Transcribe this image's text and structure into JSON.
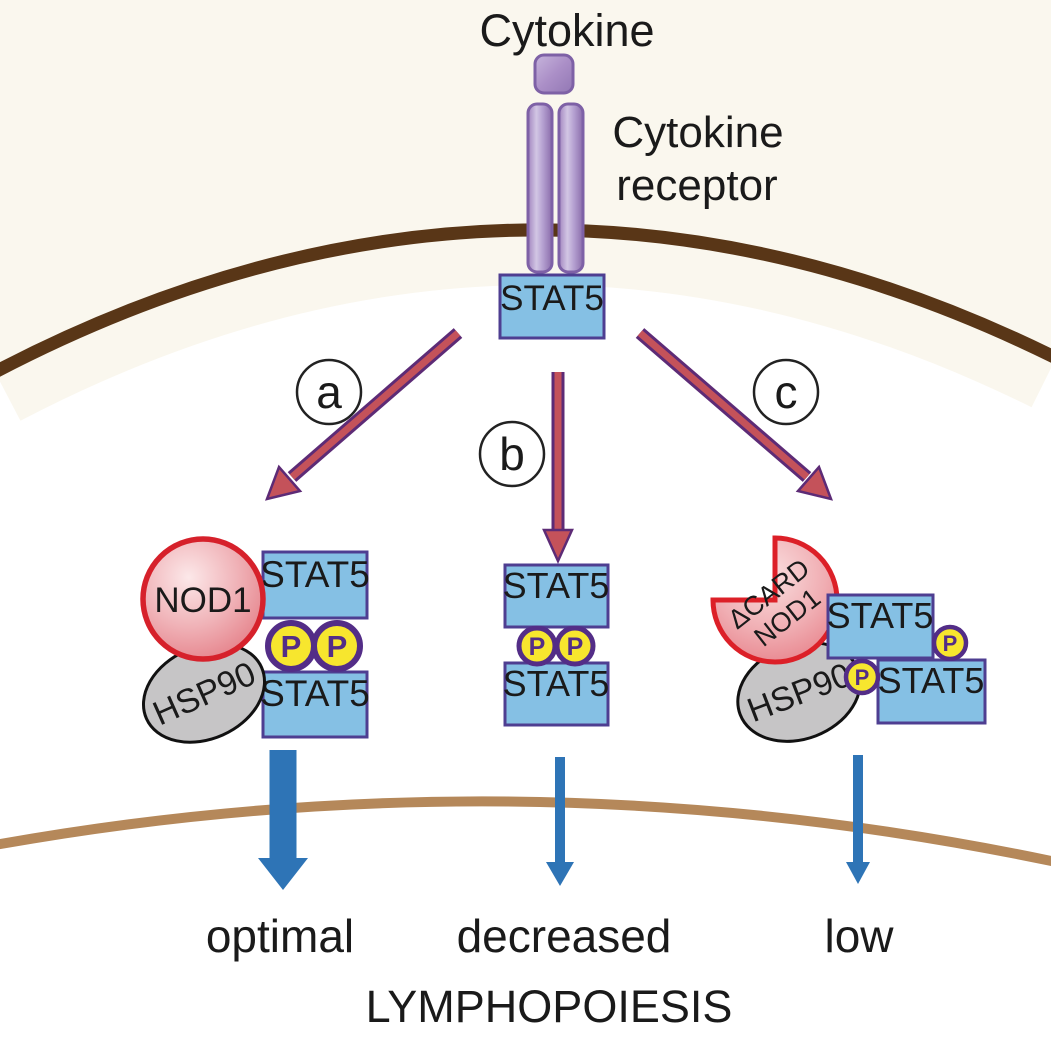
{
  "colors": {
    "membrane_top": "#593617",
    "membrane_bottom": "#b5885a",
    "extracellular_tint": "#faf7ee",
    "stat5_fill": "#85c0e4",
    "stat5_border": "#4e3e91",
    "phospho_fill": "#f7e62e",
    "phospho_border": "#532d87",
    "nod1_border": "#d6212b",
    "hsp90_fill": "#c6c5c6",
    "receptor_fill": "#b09ac9",
    "signal_arrow": "#c4525a",
    "signal_arrow_border": "#5d2b76",
    "outcome_arrow": "#2e74b6",
    "text": "#1a1a1a"
  },
  "header": {
    "cytokine_label": "Cytokine",
    "receptor_label_line1": "Cytokine",
    "receptor_label_line2": "receptor"
  },
  "membrane_complex": {
    "stat5": "STAT5"
  },
  "pathway_a": {
    "letter": "a",
    "nod1": "NOD1",
    "hsp90": "HSP90",
    "stat5_top": "STAT5",
    "stat5_bottom": "STAT5",
    "phospho_left": "P",
    "phospho_right": "P",
    "outcome": "optimal"
  },
  "pathway_b": {
    "letter": "b",
    "stat5_top": "STAT5",
    "stat5_bottom": "STAT5",
    "phospho_left": "P",
    "phospho_right": "P",
    "outcome": "decreased"
  },
  "pathway_c": {
    "letter": "c",
    "mutant_line1": "ΔCARD",
    "mutant_line2": "NOD1",
    "hsp90": "HSP90",
    "stat5_top": "STAT5",
    "stat5_bottom": "STAT5",
    "phospho_top": "P",
    "phospho_bottom": "P",
    "outcome": "low"
  },
  "footer": {
    "title": "LYMPHOPOIESIS"
  }
}
